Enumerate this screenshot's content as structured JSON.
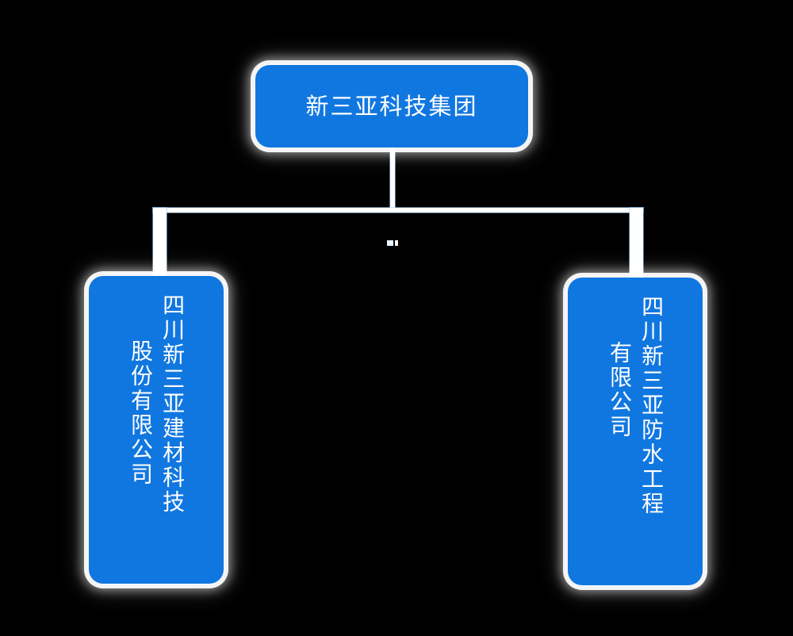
{
  "diagram": {
    "title_text": "新三亚科技集团",
    "background_color": "#000000",
    "node_color": "#1177e0",
    "text_color": "#ffffff",
    "connector_color": "#ffffff",
    "type": "organization-chart",
    "root": {
      "label": "新三亚科技集团"
    },
    "children": [
      {
        "name": "left-subsidiary",
        "line1": "四川新三亚建材科技",
        "line2": "股份有限公司",
        "full_label": "四川新三亚建材科技股份有限公司"
      },
      {
        "name": "right-subsidiary",
        "line1": "四川新三亚防水工程",
        "line2": "有限公司",
        "full_label": "四川新三亚防水工程有限公司"
      }
    ]
  }
}
